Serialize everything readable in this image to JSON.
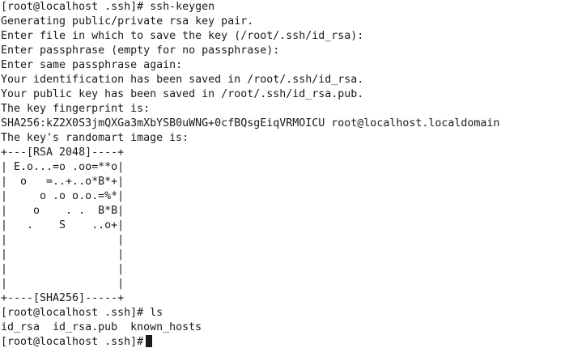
{
  "terminal": {
    "lines": [
      "[root@localhost .ssh]# ssh-keygen",
      "Generating public/private rsa key pair.",
      "Enter file in which to save the key (/root/.ssh/id_rsa):",
      "Enter passphrase (empty for no passphrase):",
      "Enter same passphrase again:",
      "Your identification has been saved in /root/.ssh/id_rsa.",
      "Your public key has been saved in /root/.ssh/id_rsa.pub.",
      "The key fingerprint is:",
      "SHA256:kZ2X0S3jmQXGa3mXbYSB0uWNG+0cfBQsgEiqVRMOICU root@localhost.localdomain",
      "The key's randomart image is:",
      "+---[RSA 2048]----+",
      "| E.o...=o .oo=**o|",
      "|  o   =..+..o*B*+|",
      "|     o .o o.o.=%*|",
      "|    o    . .  B*B|",
      "|   .    S    ..o+|",
      "|                 |",
      "|                 |",
      "|                 |",
      "|                 |",
      "+----[SHA256]-----+",
      "[root@localhost .ssh]# ls",
      "id_rsa  id_rsa.pub  known_hosts"
    ],
    "prompt": "[root@localhost .ssh]#"
  }
}
